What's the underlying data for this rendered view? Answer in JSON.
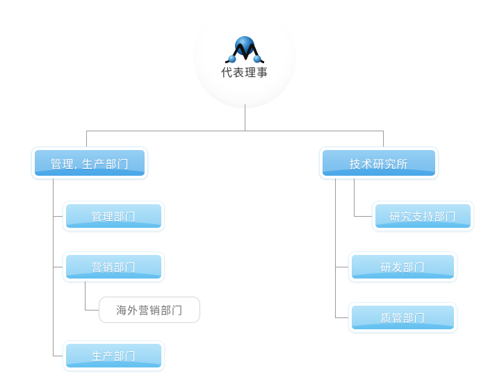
{
  "chart": {
    "title_visible": false,
    "accent_level2": "#58b0ea",
    "accent_level3": "#7ccbf3",
    "line_color": "#9a9a9a",
    "leaf_border": "#d5d5d5",
    "leaf_text": "#707070"
  },
  "root": {
    "label": "代表理事",
    "logo_name": "company-logo"
  },
  "branches": [
    {
      "id": "management-production",
      "label": "管理, 生产部门",
      "children": [
        {
          "id": "management-dept",
          "label": "管理部门",
          "children": []
        },
        {
          "id": "marketing-dept",
          "label": "营销部门",
          "children": [
            {
              "id": "overseas-marketing-dept",
              "label": "海外营销部门"
            }
          ]
        },
        {
          "id": "production-dept",
          "label": "生产部门",
          "children": []
        }
      ]
    },
    {
      "id": "technology-research-institute",
      "label": "技术研究所",
      "children": [
        {
          "id": "research-support-dept",
          "label": "研究支持部门",
          "children": []
        },
        {
          "id": "rnd-dept",
          "label": "研发部门",
          "children": []
        },
        {
          "id": "quality-control-dept",
          "label": "质管部门",
          "children": []
        }
      ]
    }
  ]
}
